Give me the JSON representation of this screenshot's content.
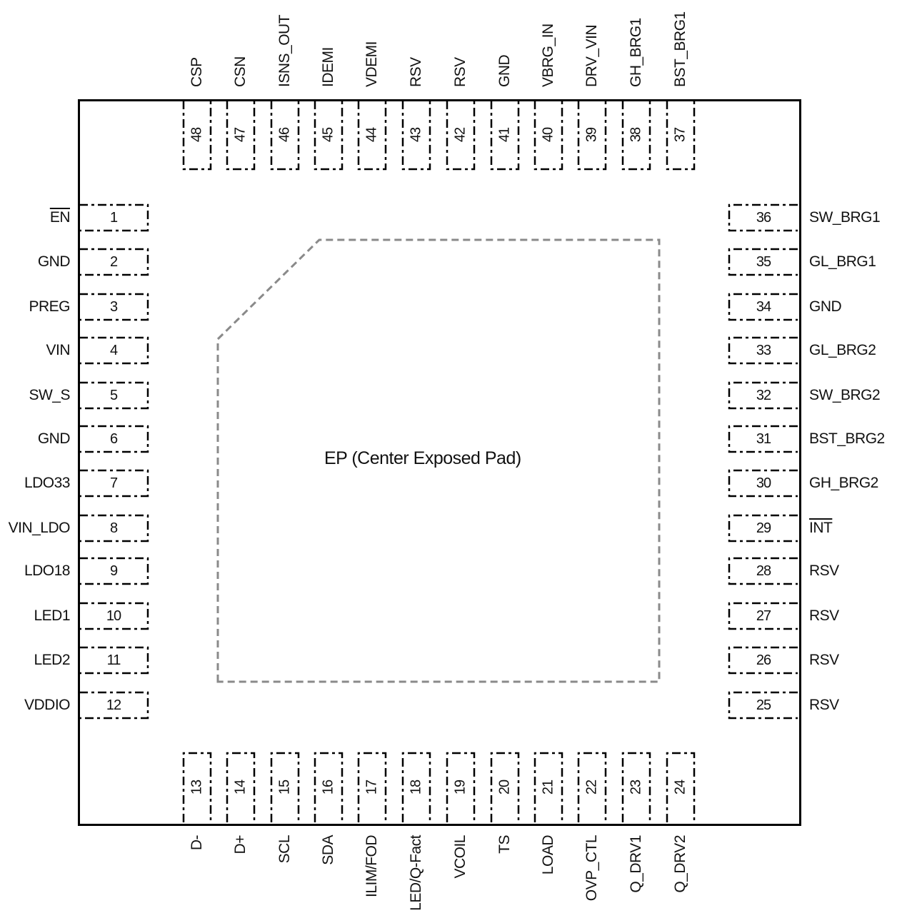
{
  "diagram": {
    "type": "IC pinout (top view, 48-pin QFN)",
    "center_pad": {
      "label": "EP (Center Exposed Pad)"
    },
    "colors": {
      "outline": "#000000",
      "pad_outline": "#000000",
      "ep_outline": "#888888",
      "text": "#111111"
    }
  },
  "pins": {
    "left": [
      {
        "num": "1",
        "name": "EN",
        "active_low": true
      },
      {
        "num": "2",
        "name": "GND"
      },
      {
        "num": "3",
        "name": "PREG"
      },
      {
        "num": "4",
        "name": "VIN"
      },
      {
        "num": "5",
        "name": "SW_S"
      },
      {
        "num": "6",
        "name": "GND"
      },
      {
        "num": "7",
        "name": "LDO33"
      },
      {
        "num": "8",
        "name": "VIN_LDO"
      },
      {
        "num": "9",
        "name": "LDO18"
      },
      {
        "num": "10",
        "name": "LED1"
      },
      {
        "num": "11",
        "name": "LED2"
      },
      {
        "num": "12",
        "name": "VDDIO"
      }
    ],
    "bottom": [
      {
        "num": "13",
        "name": "D-"
      },
      {
        "num": "14",
        "name": "D+"
      },
      {
        "num": "15",
        "name": "SCL"
      },
      {
        "num": "16",
        "name": "SDA"
      },
      {
        "num": "17",
        "name": "ILIM/FOD"
      },
      {
        "num": "18",
        "name": "LED/Q-Fact"
      },
      {
        "num": "19",
        "name": "VCOIL"
      },
      {
        "num": "20",
        "name": "TS"
      },
      {
        "num": "21",
        "name": "LOAD"
      },
      {
        "num": "22",
        "name": "OVP_CTL"
      },
      {
        "num": "23",
        "name": "Q_DRV1"
      },
      {
        "num": "24",
        "name": "Q_DRV2"
      }
    ],
    "right": [
      {
        "num": "36",
        "name": "SW_BRG1"
      },
      {
        "num": "35",
        "name": "GL_BRG1"
      },
      {
        "num": "34",
        "name": "GND"
      },
      {
        "num": "33",
        "name": "GL_BRG2"
      },
      {
        "num": "32",
        "name": "SW_BRG2"
      },
      {
        "num": "31",
        "name": "BST_BRG2"
      },
      {
        "num": "30",
        "name": "GH_BRG2"
      },
      {
        "num": "29",
        "name": "INT",
        "active_low": true
      },
      {
        "num": "28",
        "name": "RSV"
      },
      {
        "num": "27",
        "name": "RSV"
      },
      {
        "num": "26",
        "name": "RSV"
      },
      {
        "num": "25",
        "name": "RSV"
      }
    ],
    "top": [
      {
        "num": "48",
        "name": "CSP"
      },
      {
        "num": "47",
        "name": "CSN"
      },
      {
        "num": "46",
        "name": "ISNS_OUT"
      },
      {
        "num": "45",
        "name": "IDEMI"
      },
      {
        "num": "44",
        "name": "VDEMI"
      },
      {
        "num": "43",
        "name": "RSV"
      },
      {
        "num": "42",
        "name": "RSV"
      },
      {
        "num": "41",
        "name": "GND"
      },
      {
        "num": "40",
        "name": "VBRG_IN"
      },
      {
        "num": "39",
        "name": "DRV_VIN"
      },
      {
        "num": "38",
        "name": "GH_BRG1"
      },
      {
        "num": "37",
        "name": "BST_BRG1"
      }
    ]
  }
}
